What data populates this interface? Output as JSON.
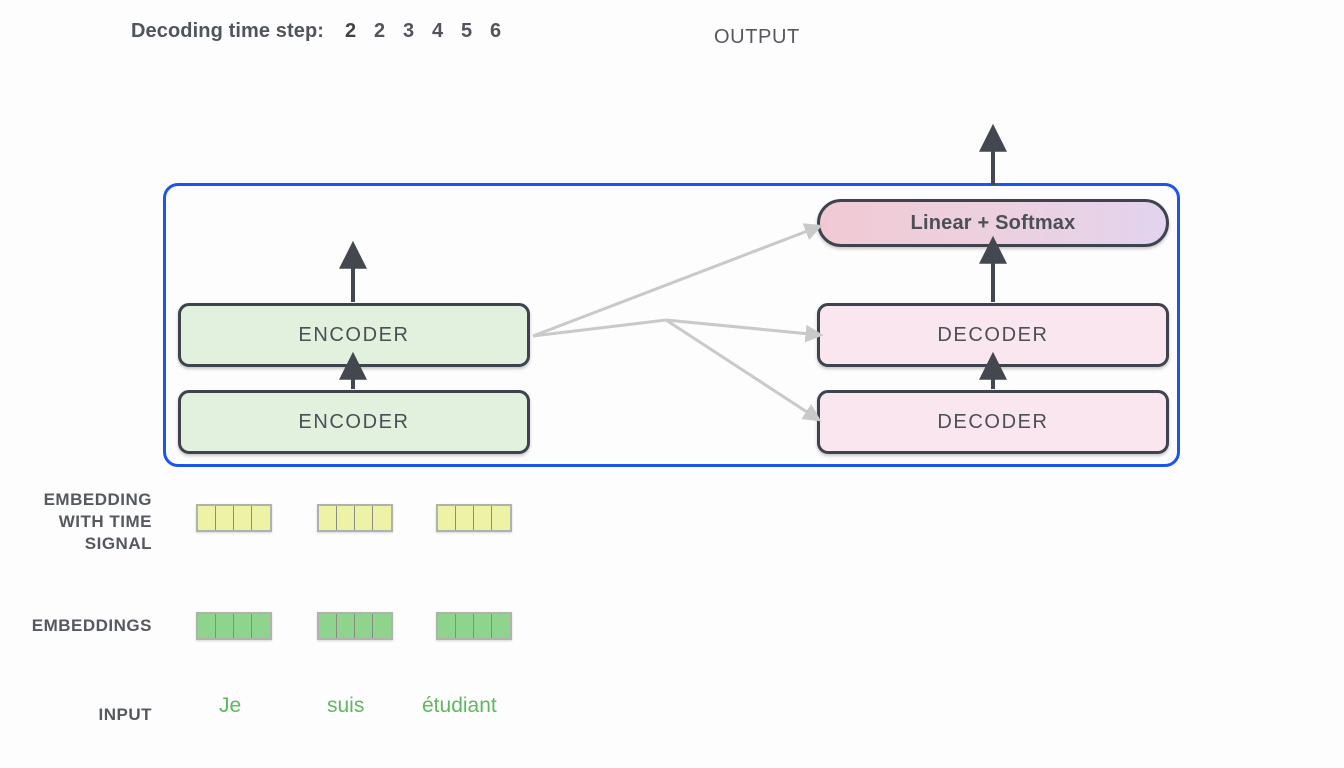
{
  "header": {
    "timestep_label": "Decoding time step:",
    "timesteps": [
      "2",
      "2",
      "3",
      "4",
      "5",
      "6"
    ],
    "current_timestep_index": 0,
    "output_label": "OUTPUT"
  },
  "model": {
    "container_color": "#1a55f0",
    "encoder_stack": [
      {
        "label": "ENCODER",
        "fill": "#e2f0de"
      },
      {
        "label": "ENCODER",
        "fill": "#e2f0de"
      }
    ],
    "decoder_stack": [
      {
        "label": "DECODER",
        "fill": "#fae6ef"
      },
      {
        "label": "DECODER",
        "fill": "#fae6ef"
      }
    ],
    "output_head": {
      "label": "Linear + Softmax",
      "gradient_from": "#f0c9d4",
      "gradient_to": "#e3d3ee"
    },
    "arrow_color_internal": "#43474f",
    "arrow_color_cross": "#c9c9c9"
  },
  "rows": {
    "embedding_time_signal_label": "EMBEDDING\nWITH TIME\nSIGNAL",
    "embedding_time_signal_lines": [
      "EMBEDDING",
      "WITH TIME",
      "SIGNAL"
    ],
    "embeddings_label": "EMBEDDINGS",
    "input_label": "INPUT"
  },
  "vectors": {
    "cells_per_vector": 4,
    "time_signal_color": "#eef2a6",
    "embedding_color": "#8ed48c",
    "time_signal": [
      {
        "token": "Je",
        "cells": [
          1,
          1,
          1,
          1
        ]
      },
      {
        "token": "suis",
        "cells": [
          1,
          1,
          1,
          1
        ]
      },
      {
        "token": "étudiant",
        "cells": [
          1,
          1,
          1,
          1
        ]
      }
    ],
    "embeddings": [
      {
        "token": "Je",
        "cells": [
          1,
          1,
          1,
          1
        ]
      },
      {
        "token": "suis",
        "cells": [
          1,
          1,
          1,
          1
        ]
      },
      {
        "token": "étudiant",
        "cells": [
          1,
          1,
          1,
          1
        ]
      }
    ]
  },
  "input": {
    "word_color": "#5fb85f",
    "words": [
      "Je",
      "suis",
      "étudiant"
    ]
  }
}
